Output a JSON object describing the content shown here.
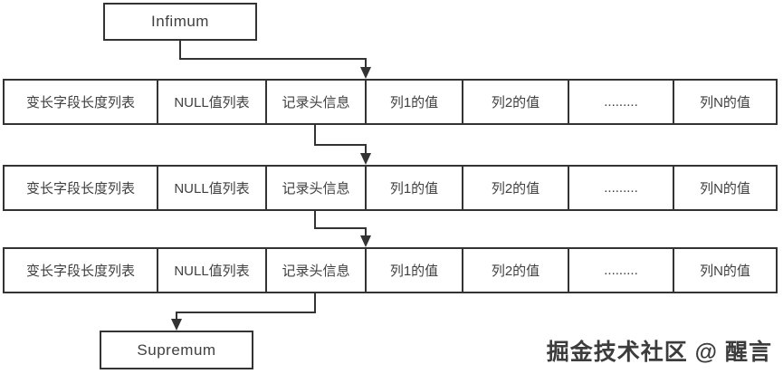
{
  "diagram": {
    "infimum": {
      "label": "Infimum"
    },
    "supremum": {
      "label": "Supremum"
    },
    "rows": [
      {
        "cells": [
          "变长字段长度列表",
          "NULL值列表",
          "记录头信息",
          "列1的值",
          "列2的值",
          ".........",
          "列N的值"
        ]
      },
      {
        "cells": [
          "变长字段长度列表",
          "NULL值列表",
          "记录头信息",
          "列1的值",
          "列2的值",
          ".........",
          "列N的值"
        ]
      },
      {
        "cells": [
          "变长字段长度列表",
          "NULL值列表",
          "记录头信息",
          "列1的值",
          "列2的值",
          ".........",
          "列N的值"
        ]
      }
    ],
    "colors": {
      "border": "#333333",
      "text": "#404040",
      "background": "#ffffff"
    }
  },
  "watermark": {
    "text": "掘金技术社区 @ 醒言"
  }
}
